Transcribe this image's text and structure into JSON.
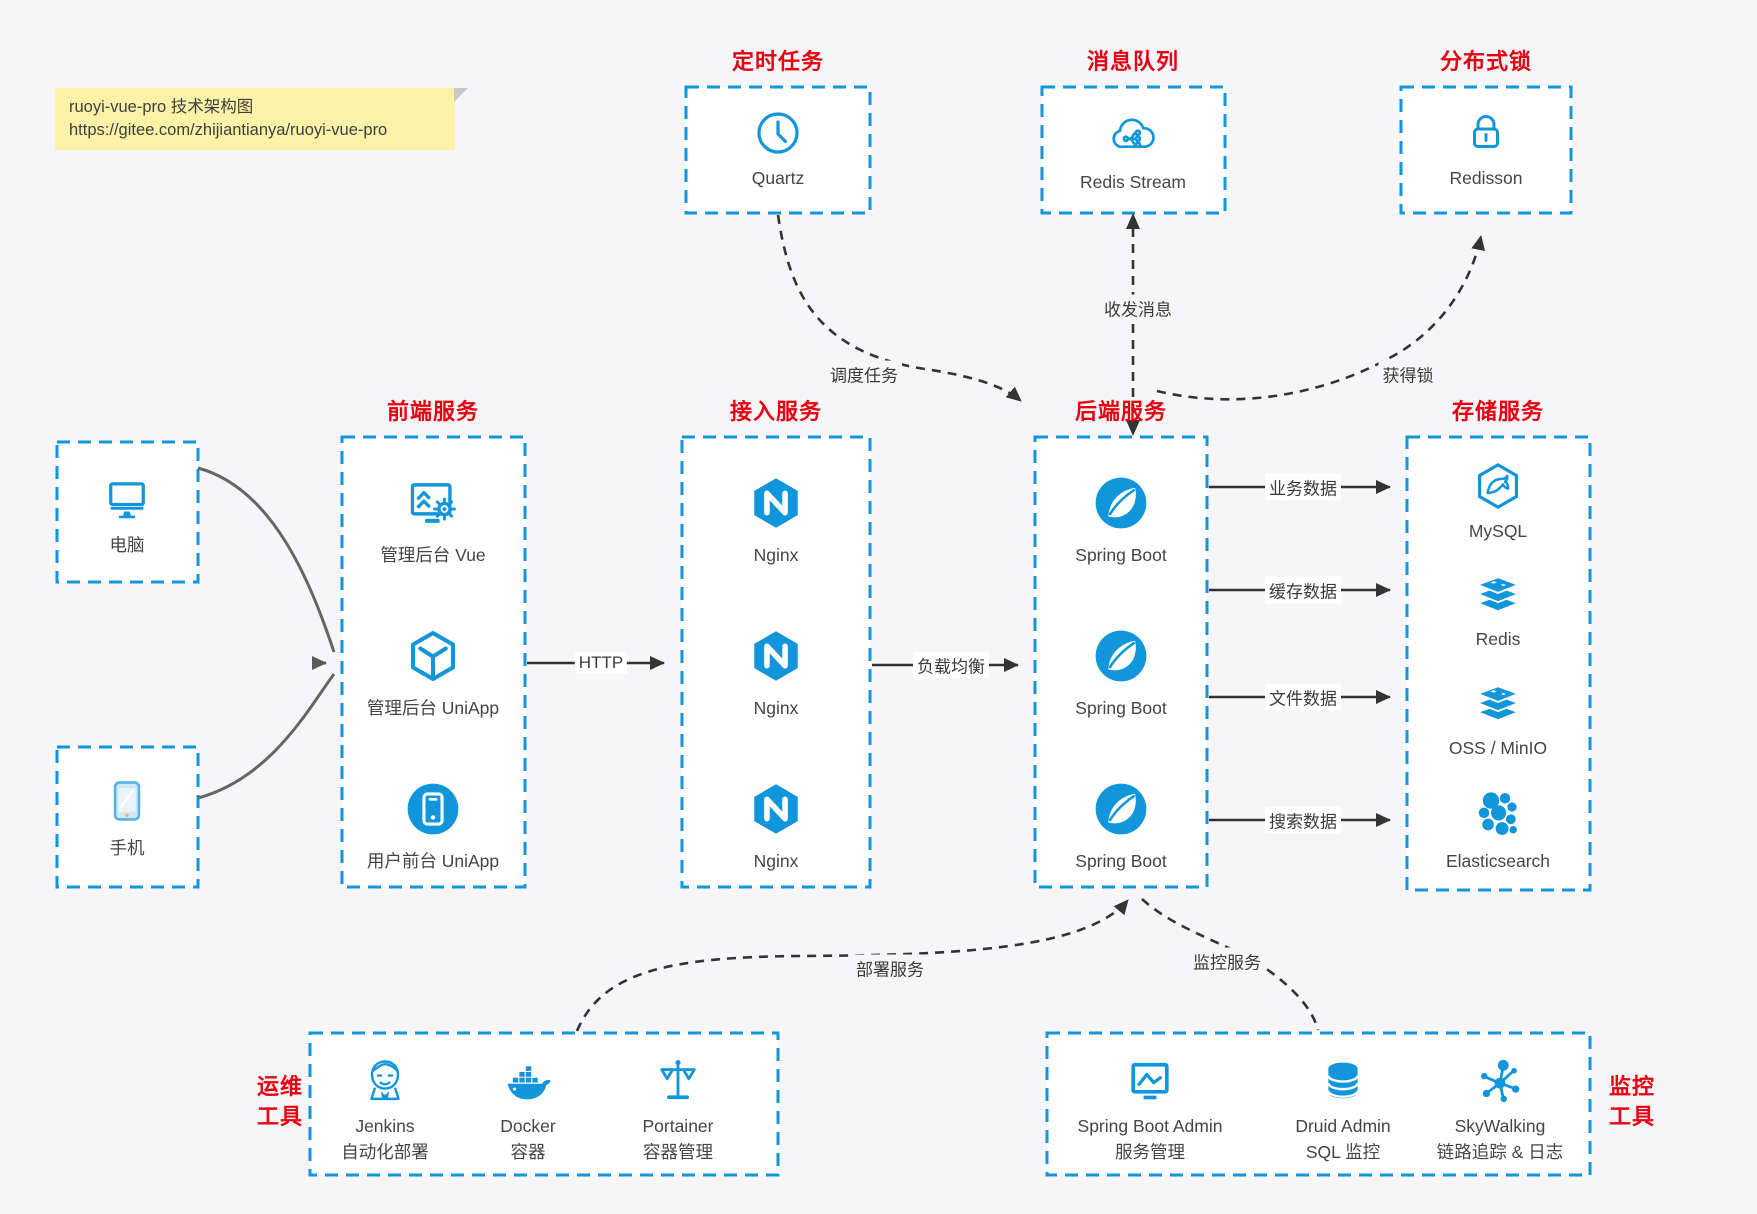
{
  "note": {
    "line1": "ruoyi-vue-pro 技术架构图",
    "line2": "https://gitee.com/zhijiantianya/ruoyi-vue-pro"
  },
  "colors": {
    "box_border_blue": "#1296db",
    "icon_blue": "#1296db",
    "title_red": "#e60012",
    "connector_dark": "#333333",
    "client_arrow_gray": "#666666",
    "note_bg": "#fbf2a7"
  },
  "groups": {
    "scheduler": {
      "title": "定时任务",
      "items": [
        {
          "label": "Quartz",
          "icon": "clock"
        }
      ]
    },
    "mq": {
      "title": "消息队列",
      "items": [
        {
          "label": "Redis Stream",
          "icon": "cloud-share"
        }
      ]
    },
    "lock": {
      "title": "分布式锁",
      "items": [
        {
          "label": "Redisson",
          "icon": "lock"
        }
      ]
    },
    "clients": {
      "items": [
        {
          "label": "电脑",
          "icon": "desktop"
        },
        {
          "label": "手机",
          "icon": "phone"
        }
      ]
    },
    "frontend": {
      "title": "前端服务",
      "items": [
        {
          "label": "管理后台 Vue",
          "icon": "admin-screen"
        },
        {
          "label": "管理后台 UniApp",
          "icon": "cube"
        },
        {
          "label": "用户前台 UniApp",
          "icon": "mobile-app"
        }
      ]
    },
    "gateway": {
      "title": "接入服务",
      "items": [
        {
          "label": "Nginx",
          "icon": "nginx"
        },
        {
          "label": "Nginx",
          "icon": "nginx"
        },
        {
          "label": "Nginx",
          "icon": "nginx"
        }
      ]
    },
    "backend": {
      "title": "后端服务",
      "items": [
        {
          "label": "Spring Boot",
          "icon": "spring"
        },
        {
          "label": "Spring Boot",
          "icon": "spring"
        },
        {
          "label": "Spring Boot",
          "icon": "spring"
        }
      ]
    },
    "storage": {
      "title": "存储服务",
      "items": [
        {
          "label": "MySQL",
          "icon": "mysql"
        },
        {
          "label": "Redis",
          "icon": "redis"
        },
        {
          "label": "OSS / MinIO",
          "icon": "redis"
        },
        {
          "label": "Elasticsearch",
          "icon": "elasticsearch"
        }
      ]
    },
    "ops": {
      "title_line1": "运维",
      "title_line2": "工具",
      "items": [
        {
          "label": "Jenkins",
          "sublabel": "自动化部署",
          "icon": "jenkins"
        },
        {
          "label": "Docker",
          "sublabel": "容器",
          "icon": "docker"
        },
        {
          "label": "Portainer",
          "sublabel": "容器管理",
          "icon": "portainer"
        }
      ]
    },
    "monitoring": {
      "title_line1": "监控",
      "title_line2": "工具",
      "items": [
        {
          "label": "Spring Boot Admin",
          "sublabel": "服务管理",
          "icon": "sba"
        },
        {
          "label": "Druid Admin",
          "sublabel": "SQL 监控",
          "icon": "druid"
        },
        {
          "label": "SkyWalking",
          "sublabel": "链路追踪 & 日志",
          "icon": "skywalking"
        }
      ]
    }
  },
  "connectors": {
    "http": "HTTP",
    "load_balance": "负载均衡",
    "schedule": "调度任务",
    "message": "收发消息",
    "acquire_lock": "获得锁",
    "business_data": "业务数据",
    "cache_data": "缓存数据",
    "file_data": "文件数据",
    "search_data": "搜索数据",
    "deploy": "部署服务",
    "monitor": "监控服务"
  }
}
